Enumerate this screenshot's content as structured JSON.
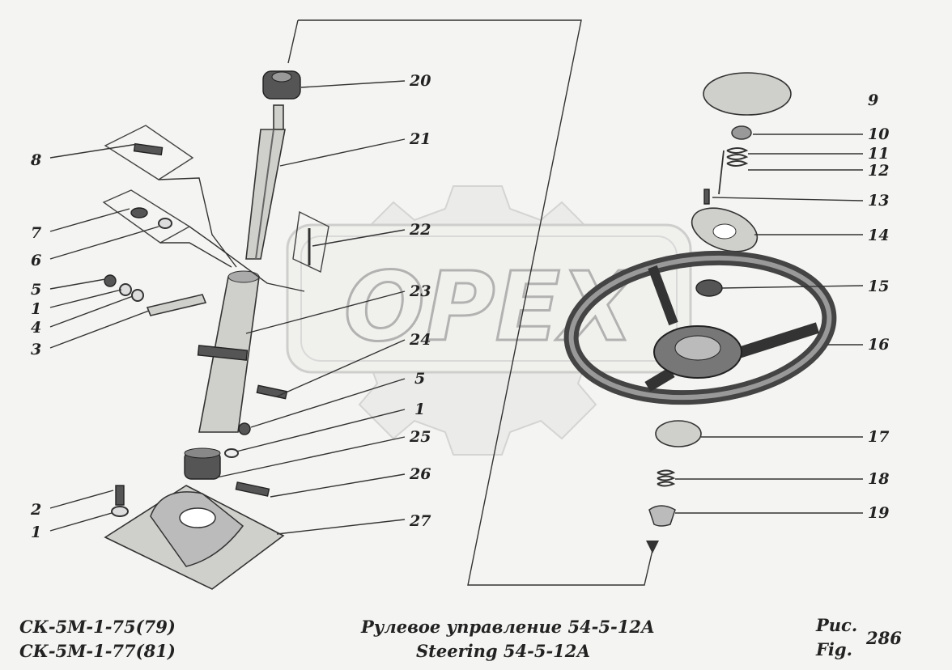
{
  "callouts": [
    "20",
    "21",
    "8",
    "7",
    "6",
    "5",
    "1",
    "4",
    "3",
    "22",
    "23",
    "24",
    "5",
    "1",
    "25",
    "26",
    "2",
    "1",
    "27",
    "9",
    "10",
    "11",
    "12",
    "13",
    "14",
    "15",
    "16",
    "17",
    "18",
    "19"
  ],
  "watermark": "OPEX",
  "footer": {
    "model_line_1": "СК-5М-1-75(79)",
    "model_line_2": "СК-5М-1-77(81)",
    "title_ru": "Рулевое управление 54-5-12А",
    "title_en": "Steering 54-5-12А",
    "fig_ru": "Рис.",
    "fig_en": "Fig.",
    "fig_number": "286"
  }
}
